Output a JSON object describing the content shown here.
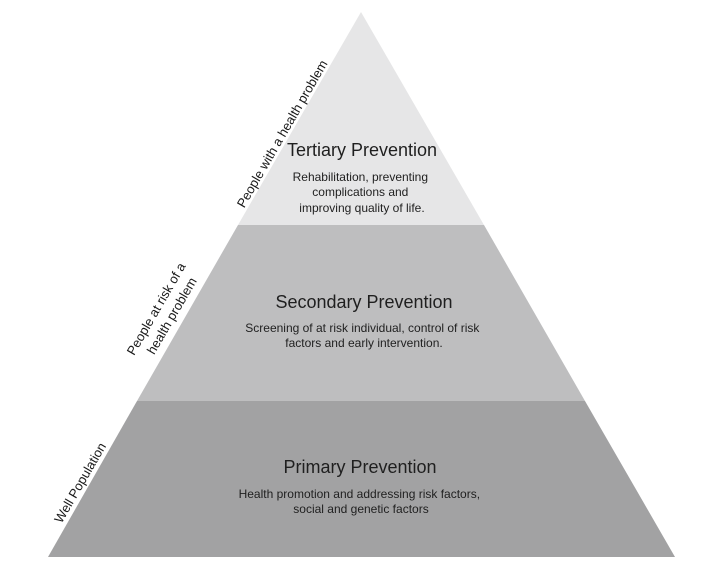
{
  "diagram": {
    "tiers": [
      {
        "title": "Tertiary Prevention",
        "description": [
          "Rehabilitation, preventing",
          "complications and",
          "improving quality of life."
        ],
        "fill": "#e6e6e7"
      },
      {
        "title": "Secondary Prevention",
        "description": [
          "Screening of at risk individual, control of risk",
          "factors and early intervention."
        ],
        "fill": "#bebebf"
      },
      {
        "title": "Primary Prevention",
        "description": [
          "Health promotion and addressing risk factors,",
          "social and genetic factors"
        ],
        "fill": "#a2a2a3"
      }
    ],
    "side_labels": {
      "tertiary": [
        "People with a health problem"
      ],
      "secondary": [
        "People at risk of a",
        "health problem"
      ],
      "primary": [
        "Well Population"
      ]
    }
  }
}
